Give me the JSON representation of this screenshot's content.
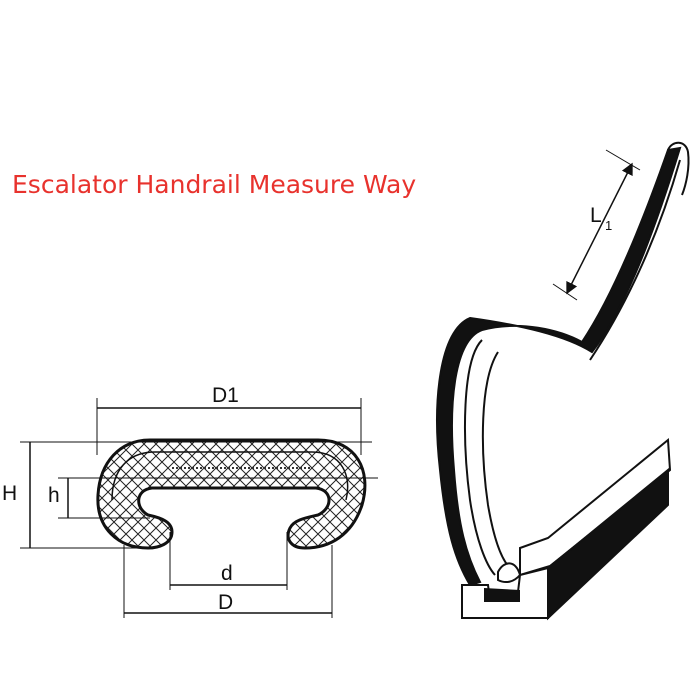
{
  "title": "Escalator Handrail Measure Way",
  "colors": {
    "title": "#e8322d",
    "ink": "#111111"
  },
  "labels": {
    "D1": "D1",
    "H": "H",
    "h": "h",
    "d": "d",
    "D": "D",
    "L": "L",
    "L_sub": "1"
  }
}
